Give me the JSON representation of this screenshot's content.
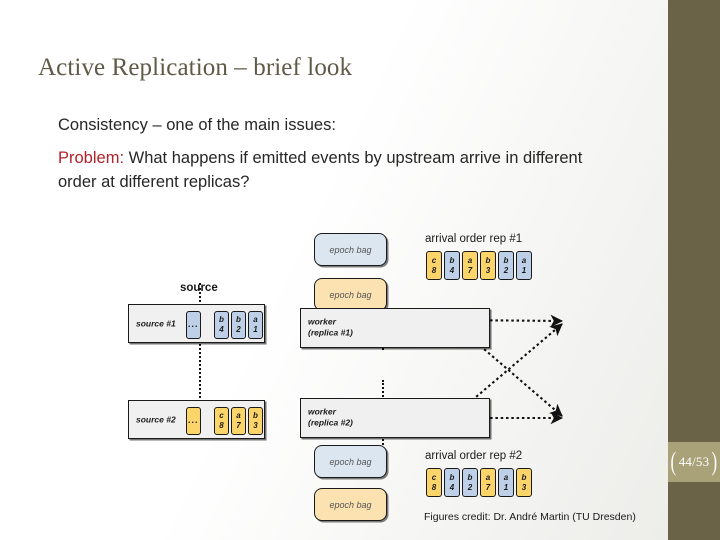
{
  "slide": {
    "title": "Active Replication – brief look",
    "page_number": "44/53",
    "bracket_left": "(",
    "bracket_right": ")",
    "credit": "Figures credit: Dr. André Martin (TU Dresden)",
    "accent_bar_color": "#6B6348",
    "badge_color": "#A9A279",
    "title_color": "#5F5A47",
    "highlight_color": "#B3222B"
  },
  "body": {
    "line1": "Consistency – one of the main issues:",
    "line2_keyword": "Problem:",
    "line2_rest": " What happens if emitted events by upstream arrive in different order at different replicas?"
  },
  "figure": {
    "source_label": "source",
    "sources": [
      {
        "name": "source #1",
        "placeholder": "...",
        "placeholder_color": "blue",
        "events": [
          {
            "letter": "b",
            "num": "4",
            "color": "blue"
          },
          {
            "letter": "b",
            "num": "2",
            "color": "blue"
          },
          {
            "letter": "a",
            "num": "1",
            "color": "blue"
          }
        ]
      },
      {
        "name": "source #2",
        "placeholder": "...",
        "placeholder_color": "yellow",
        "events": [
          {
            "letter": "c",
            "num": "8",
            "color": "yellow"
          },
          {
            "letter": "a",
            "num": "7",
            "color": "yellow"
          },
          {
            "letter": "b",
            "num": "3",
            "color": "yellow"
          }
        ]
      }
    ],
    "workers": [
      {
        "line1": "worker",
        "line2": "(replica #1)"
      },
      {
        "line1": "worker",
        "line2": "(replica #2)"
      }
    ],
    "epoch_bags_top": [
      {
        "label": "epoch bag",
        "color": "blue"
      },
      {
        "label": "epoch bag",
        "color": "yellow"
      }
    ],
    "epoch_bags_bottom": [
      {
        "label": "epoch bag",
        "color": "blue"
      },
      {
        "label": "epoch bag",
        "color": "yellow"
      }
    ],
    "arrival_orders": [
      {
        "title": "arrival order rep #1",
        "events": [
          {
            "letter": "c",
            "num": "8",
            "color": "yellow"
          },
          {
            "letter": "b",
            "num": "4",
            "color": "blue"
          },
          {
            "letter": "a",
            "num": "7",
            "color": "yellow"
          },
          {
            "letter": "b",
            "num": "3",
            "color": "yellow"
          },
          {
            "letter": "b",
            "num": "2",
            "color": "blue"
          },
          {
            "letter": "a",
            "num": "1",
            "color": "blue"
          }
        ]
      },
      {
        "title": "arrival order rep #2",
        "events": [
          {
            "letter": "c",
            "num": "8",
            "color": "yellow"
          },
          {
            "letter": "b",
            "num": "4",
            "color": "blue"
          },
          {
            "letter": "b",
            "num": "2",
            "color": "blue"
          },
          {
            "letter": "a",
            "num": "7",
            "color": "yellow"
          },
          {
            "letter": "a",
            "num": "1",
            "color": "blue"
          },
          {
            "letter": "b",
            "num": "3",
            "color": "yellow"
          }
        ]
      }
    ]
  }
}
